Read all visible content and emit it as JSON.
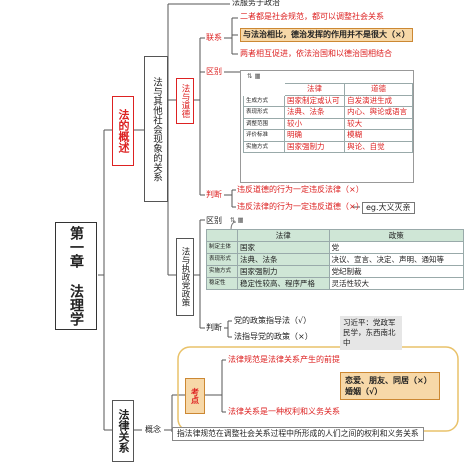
{
  "main_title": "第一章 法理学",
  "branch1": {
    "title": "法的概述",
    "sub_title": "法与其他社会现象的关系",
    "top_clipped": "法服务于政治",
    "morality": {
      "title": "法与道德",
      "connection": {
        "label": "联系",
        "item1": "二者都是社会规范，都可以调整社会关系",
        "item2": "与法治相比，德治发挥的作用并不是很大（×）",
        "item3": "两者相互促进，依法治国和以德治国相结合"
      },
      "difference": {
        "label": "区别",
        "columns": [
          "",
          "法律",
          "道德"
        ],
        "rows": [
          {
            "k": "生成方式",
            "a": "国家制定或认可",
            "b": "自发演进生成"
          },
          {
            "k": "表现形式",
            "a": "法典、法条",
            "b": "内心、舆论或语言"
          },
          {
            "k": "调整范围",
            "a": "较小",
            "b": "较大"
          },
          {
            "k": "评价标准",
            "a": "明确",
            "b": "模糊"
          },
          {
            "k": "实施方式",
            "a": "国家强制力",
            "b": "舆论、自觉"
          }
        ]
      },
      "judge": {
        "label": "判断",
        "item1": "违反道德的行为一定违反法律（×）",
        "item2": "违反法律的行为一定违反道德（×）",
        "note": "eg.大义灭亲"
      }
    },
    "policy": {
      "title": "法与执政党政策",
      "difference": {
        "label": "区别",
        "columns": [
          "",
          "法律",
          "政策"
        ],
        "rows": [
          {
            "k": "制定主体",
            "a": "国家",
            "b": "党"
          },
          {
            "k": "表现形式",
            "a": "法典、法条",
            "b": "决议、宣言、决定、声明、通知等"
          },
          {
            "k": "实施方式",
            "a": "国家强制力",
            "b": "党纪制裁"
          },
          {
            "k": "稳定性",
            "a": "稳定性较高、程序严格",
            "b": "灵活性较大"
          }
        ]
      },
      "judge": {
        "label": "判断",
        "item1": "党的政策指导法（√）",
        "item2": "法指导党的政策（×）",
        "note": "习近平：党政军民学，东西南北中"
      }
    }
  },
  "branch2": {
    "title": "法律关系",
    "concept_label": "概念",
    "exam_label": "考点",
    "exam1": "法律规范是法律关系产生的前提",
    "exam2": "法律关系是一种权利和义务关系",
    "exam3": "恋爱、朋友、同居（×）婚姻（√）",
    "definition": "指法律规范在调整社会关系过程中所形成的人们之间的权利和义务关系"
  }
}
